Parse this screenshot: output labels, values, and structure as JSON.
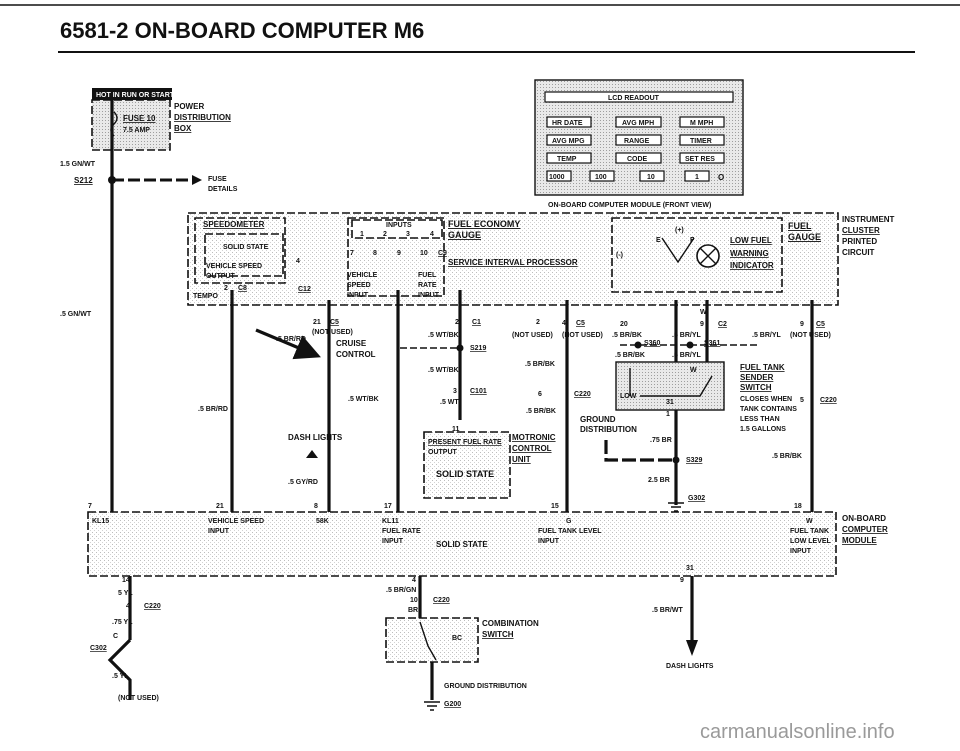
{
  "header": {
    "title": "6581-2   ON-BOARD COMPUTER  M6"
  },
  "hot_box": {
    "label": "HOT IN RUN OR START",
    "fuse": "FUSE 10",
    "amp": "7.5 AMP"
  },
  "power": {
    "line1": "POWER",
    "line2": "DISTRIBUTION",
    "line3": "BOX"
  },
  "top_left": {
    "wire1": "1.5 GN/WT",
    "splice": "S212",
    "fuse_details1": "FUSE",
    "fuse_details2": "DETAILS",
    "left_wire": ".5 GN/WT"
  },
  "lcd": {
    "readout": "LCD READOUT",
    "buttons": [
      "HR DATE",
      "AVG MPH",
      "M MPH",
      "AVG MPG",
      "RANGE",
      "TIMER",
      "TEMP",
      "CODE",
      "SET RES",
      "1000",
      "100",
      "10",
      "1"
    ],
    "zero": "O",
    "caption": "ON-BOARD COMPUTER MODULE (FRONT VIEW)"
  },
  "instrument_cluster": {
    "l1": "INSTRUMENT",
    "l2": "CLUSTER",
    "l3": "PRINTED",
    "l4": "CIRCUIT"
  },
  "cluster": {
    "speedometer": "SPEEDOMETER",
    "solid_state": "SOLID STATE",
    "vehicle_speed_output": "VEHICLE SPEED",
    "output": "OUTPUT",
    "inputs": "INPUTS",
    "fuel_economy": "FUEL ECONOMY",
    "gauge": "GAUGE",
    "sip": "SERVICE INTERVAL PROCESSOR",
    "vehicle": "VEHICLE",
    "speed": "SPEED",
    "input": "INPUT",
    "fuel": "FUEL",
    "rate": "RATE",
    "input2": "INPUT",
    "tempo": "TEMPO",
    "c8": "C8",
    "c12": "C12",
    "low_fuel": "LOW FUEL",
    "warning": "WARNING",
    "indicator": "INDICATOR",
    "fuel_gauge1": "FUEL",
    "fuel_gauge2": "GAUGE",
    "e": "E",
    "f": "F",
    "plus": "(+)",
    "minus": "(-)",
    "w": "W",
    "pins_top": [
      "1",
      "2",
      "3",
      "4"
    ],
    "pins_mid": [
      "7",
      "8",
      "9",
      "10"
    ],
    "pin_4": "4",
    "pin_2": "2",
    "pin_c9": "C9",
    "pin_w": "W"
  },
  "mid": {
    "c5_21": "21",
    "c5": "C5",
    "not_used": "(NOT USED)",
    "brrd": ".5 BR/RD",
    "cruise": "CRUISE",
    "control": "CONTROL",
    "c1_2": "2",
    "c1": "C1",
    "wtbk": ".5 WT/BK",
    "s219": "S219",
    "wtbk2": ".5 WT/BK",
    "c101_3": "3",
    "c101": "C101",
    "wt": ".5 WT",
    "wtbk3": ".5 WT/BK",
    "brrd2": ".5 BR/RD",
    "dash_lights": "DASH LIGHTS",
    "gyrd": ".5 GY/RD",
    "p11": "11",
    "present_fuel_rate": "PRESENT FUEL RATE",
    "output": "OUTPUT",
    "solid_state2": "SOLID STATE",
    "motronic": "MOTRONIC",
    "control2": "CONTROL",
    "unit": "UNIT"
  },
  "right": {
    "p2": "2",
    "not_used2": "(NOT USED)",
    "p4": "4",
    "c5b": "C5",
    "not_used3": "(NOT USED)",
    "brbk": ".5 BR/BK",
    "p20": "20",
    "p9": "9",
    "c2": "C2",
    "bryl": ".5 BR/YL",
    "bryl2": ".5 BR/YL",
    "p9b": "9",
    "c5c": "C5",
    "not_used4": "(NOT USED)",
    "s360": "S360",
    "s361": "S361",
    "brbk2": ".5 BR/BK",
    "bryl3": ".5 BR/YL",
    "brbk3": ".5 BR/BK",
    "p6": "6",
    "c220": "C220",
    "brbk4": ".5 BR/BK",
    "fuel_tank": "FUEL TANK",
    "sender": "SENDER",
    "switch": "SWITCH",
    "closes1": "CLOSES WHEN",
    "closes2": "TANK CONTAINS",
    "closes3": "LESS THAN",
    "closes4": "1.5 GALLONS",
    "p5": "5",
    "c220b": "C220",
    "ground": "GROUND",
    "distribution": "DISTRIBUTION",
    "p1": "1",
    "low": "LOW",
    "p31": "31",
    "brw": "W",
    "br75": ".75 BR",
    "s329": "S329",
    "br25": "2.5 BR",
    "g302": "G302",
    "brbk5": ".5 BR/BK"
  },
  "module_pins": {
    "p7": "7",
    "p21": "21",
    "p8": "8",
    "p17": "17",
    "p15": "15",
    "p18": "18",
    "kl15": "KL15",
    "veh_speed": "VEHICLE SPEED",
    "veh_input": "INPUT",
    "p58k": "58K",
    "kl11": "KL11",
    "fuel_rate": "FUEL RATE",
    "input3": "INPUT",
    "solid_state3": "SOLID STATE",
    "g": "G",
    "fuel_tank_level": "FUEL TANK LEVEL",
    "input4": "INPUT",
    "w2": "W",
    "fuel_tank2": "FUEL TANK",
    "low_level": "LOW LEVEL",
    "input5": "INPUT",
    "on_board": "ON-BOARD",
    "computer": "COMPUTER",
    "module": "MODULE",
    "p31b": "31",
    "p14": "14",
    "p4b": "4",
    "p9c": "9"
  },
  "bottom": {
    "yl": "5 YL",
    "c220_4": "4",
    "c220": "C220",
    "yl75": ".75 YL",
    "c": "C",
    "c302": "C302",
    "yl5": ".5 YL",
    "not_used5": "(NOT USED)",
    "brgn": ".5 BR/GN",
    "c220_10": "10",
    "c220b": "C220",
    "br": "BR",
    "combination": "COMBINATION",
    "switch": "SWITCH",
    "bc": "BC",
    "ground_dist": "GROUND DISTRIBUTION",
    "g200": "G200",
    "brwt": ".5 BR/WT",
    "dash_lights2": "DASH LIGHTS"
  },
  "watermark": "carmanualsonline.info"
}
